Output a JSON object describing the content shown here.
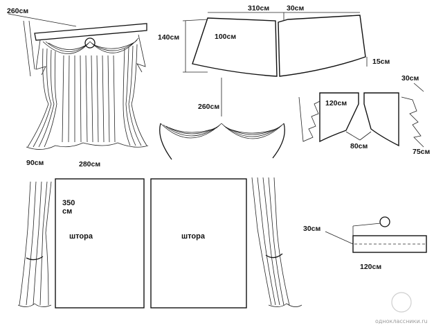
{
  "labels": {
    "top_left_width": "260см",
    "left_side_width": "90см",
    "bottom_width": "280см",
    "lambrequin_width": "310см",
    "lambrequin_overlap": "30см",
    "lambrequin_height": "140см",
    "lambrequin_piece": "100см",
    "lambrequin_edge": "15см",
    "swag_width": "260см",
    "jabot_width": "30см",
    "jabot_piece": "120см",
    "jabot_height": "80см",
    "jabot_side": "75см",
    "curtain_height_value": "350",
    "curtain_height_unit": "см",
    "curtain_left": "штора",
    "curtain_right": "штора",
    "rod_height": "30см",
    "rod_width": "120см"
  },
  "watermark": "одноклассники.ru",
  "colors": {
    "ink": "#111111",
    "paper": "#ffffff",
    "watermark": "#9a9a9a"
  }
}
